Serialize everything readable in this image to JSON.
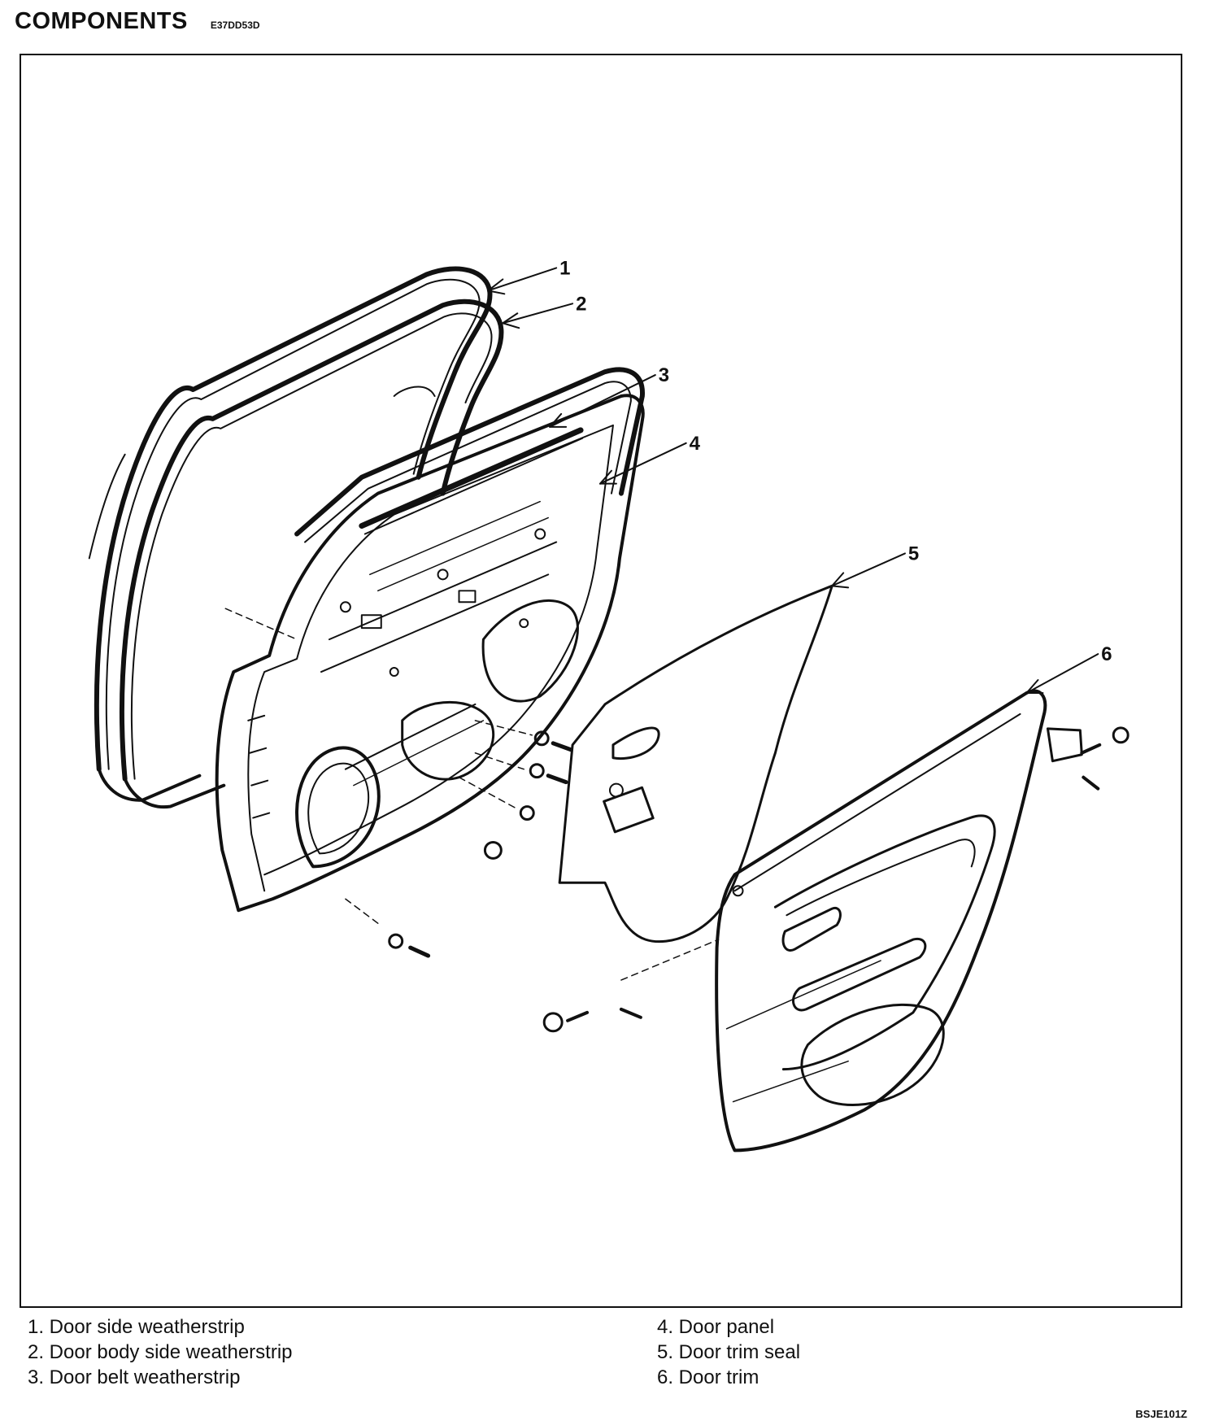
{
  "header": {
    "title": "COMPONENTS",
    "code": "E37DD53D"
  },
  "callouts": [
    "1",
    "2",
    "3",
    "4",
    "5",
    "6"
  ],
  "legend": {
    "left": [
      "1. Door side weatherstrip",
      "2. Door body side weatherstrip",
      "3. Door belt weatherstrip"
    ],
    "right": [
      "4. Door panel",
      "5. Door trim seal",
      "6. Door trim"
    ]
  },
  "figure_code": "BSJE101Z"
}
